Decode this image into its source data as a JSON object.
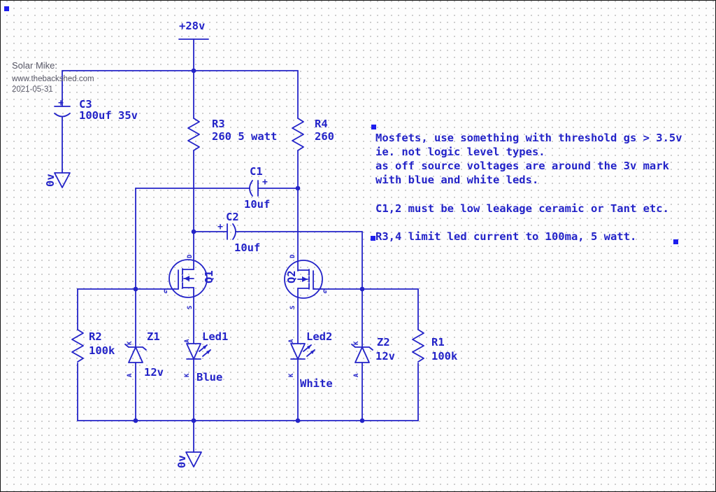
{
  "title_block": {
    "author": "Solar Mike:",
    "website": "www.thebackshed.com",
    "date": "2021-05-31"
  },
  "power": {
    "rail_label": "+28v",
    "ground_label_left": "0v",
    "ground_label_bottom": "0v"
  },
  "pins": {
    "drain": "D",
    "gate": "G",
    "source": "S",
    "anode": "A",
    "cathode": "K",
    "polarity_plus": "+"
  },
  "components": {
    "c3": {
      "ref": "C3",
      "value": "100uf 35v"
    },
    "c1": {
      "ref": "C1",
      "value": "10uf"
    },
    "c2": {
      "ref": "C2",
      "value": "10uf"
    },
    "r1": {
      "ref": "R1",
      "value": "100k"
    },
    "r2": {
      "ref": "R2",
      "value": "100k"
    },
    "r3": {
      "ref": "R3",
      "value": "260 5 watt"
    },
    "r4": {
      "ref": "R4",
      "value": "260"
    },
    "q1": {
      "ref": "Q1"
    },
    "q2": {
      "ref": "Q2"
    },
    "z1": {
      "ref": "Z1",
      "value": "12v"
    },
    "z2": {
      "ref": "Z2",
      "value": "12v"
    },
    "led1": {
      "ref": "Led1",
      "value": "Blue"
    },
    "led2": {
      "ref": "Led2",
      "value": "White"
    }
  },
  "notes": {
    "line1": "Mosfets, use something with threshold gs > 3.5v",
    "line2": "ie. not logic level types.",
    "line3": "as off source voltages are around the 3v mark",
    "line4": "with blue and white leds.",
    "line5": "C1,2 must be low leakage ceramic or Tant etc.",
    "line6": "R3,4 limit led current to 100ma, 5 watt."
  },
  "colors": {
    "schematic_blue": "#2323c8",
    "handle_blue": "#1e1eee",
    "grid_dot": "#c6c6c6"
  }
}
